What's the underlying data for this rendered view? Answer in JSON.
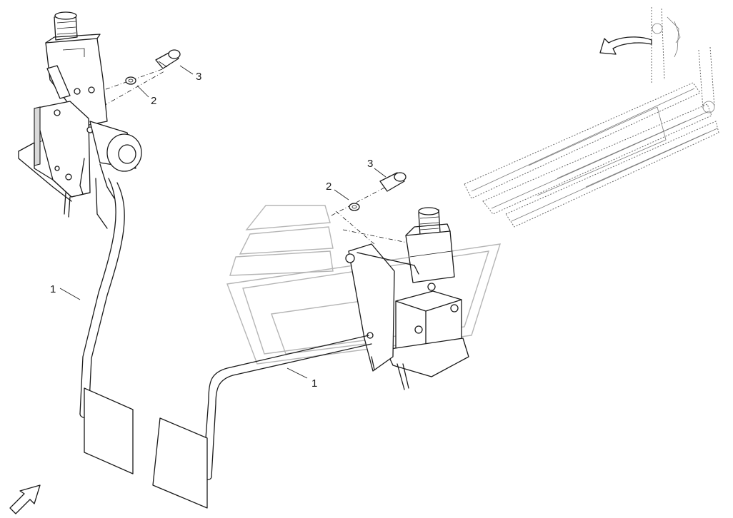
{
  "callouts": {
    "left_1": "1",
    "left_2": "2",
    "left_3": "3",
    "right_1": "1",
    "right_2": "2",
    "right_3": "3"
  },
  "icons": {
    "rotate_arrow": "curved-arrow-icon",
    "direction_arrow": "direction-arrow-icon"
  }
}
